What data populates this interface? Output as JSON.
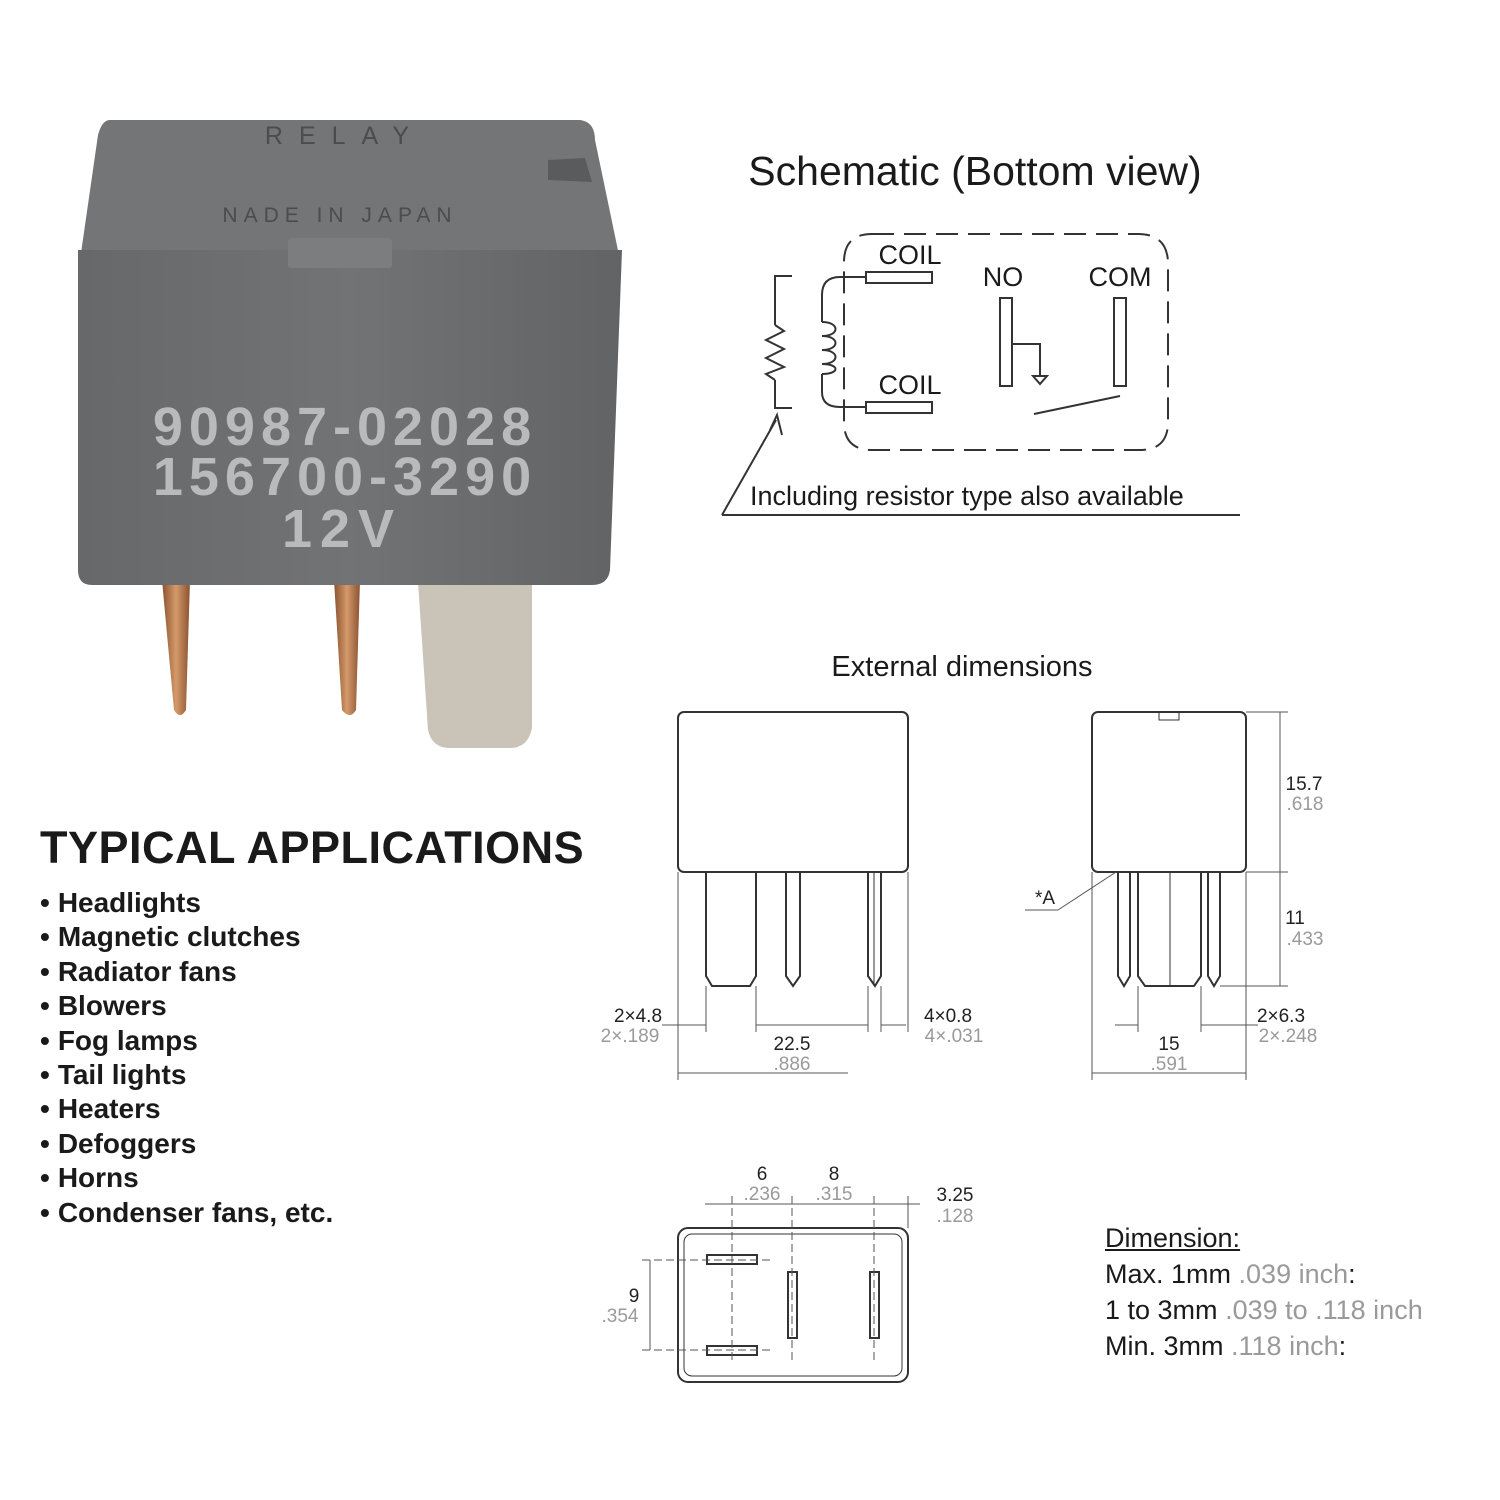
{
  "relay": {
    "top_mark": "RELAY",
    "origin": "NADE IN JAPAN",
    "part_number_1": "90987-02028",
    "part_number_2": "156700-3290",
    "voltage": "12V"
  },
  "schematic": {
    "title": "Schematic (Bottom view)",
    "coil_top": "COIL",
    "coil_bottom": "COIL",
    "no_label": "NO",
    "com_label": "COM",
    "note": "Including resistor type also available"
  },
  "dimensions": {
    "title": "External dimensions",
    "front": {
      "pin_width_mm": "2×4.8",
      "pin_width_in": "2×.189",
      "width_mm": "22.5",
      "width_in": ".886",
      "thin_pin_mm": "4×0.8",
      "thin_pin_in": "4×.031"
    },
    "side": {
      "body_h_mm": "15.7",
      "body_h_in": ".618",
      "pin_h_mm": "11",
      "pin_h_in": ".433",
      "note_a": "*A",
      "width_mm": "15",
      "width_in": ".591",
      "pin_w_mm": "2×6.3",
      "pin_w_in": "2×.248"
    },
    "bottom": {
      "d1_mm": "6",
      "d1_in": ".236",
      "d2_mm": "8",
      "d2_in": ".315",
      "d3_mm": "3.25",
      "d3_in": ".128",
      "d4_mm": "9",
      "d4_in": ".354"
    }
  },
  "applications": {
    "title": "TYPICAL APPLICATIONS",
    "items": [
      "Headlights",
      "Magnetic clutches",
      "Radiator fans",
      "Blowers",
      "Fog lamps",
      "Tail lights",
      "Heaters",
      "Defoggers",
      "Horns",
      "Condenser fans, etc."
    ]
  },
  "legend": {
    "heading": "Dimension:",
    "rows": [
      {
        "mm": "Max. 1mm",
        "inch": ".039 inch",
        "suffix": ":"
      },
      {
        "mm": "1 to 3mm",
        "inch": ".039 to .118 inch",
        "suffix": ""
      },
      {
        "mm": "Min. 3mm",
        "inch": ".118 inch",
        "suffix": ":"
      }
    ]
  },
  "colors": {
    "housing": "#6e6f71",
    "copper": "#b87a4e",
    "pin_light": "#c9c3b8",
    "dim_gray": "#9a9a9a"
  }
}
